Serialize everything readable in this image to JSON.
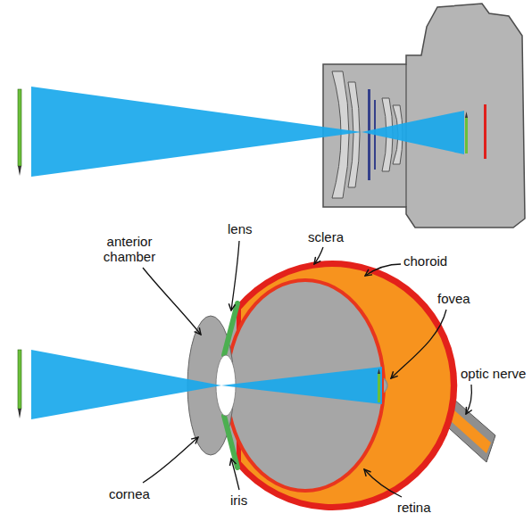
{
  "diagram": {
    "labels": [
      "lens",
      "sclera",
      "anterior chamber",
      "choroid",
      "fovea",
      "optic nerve",
      "cornea",
      "iris",
      "retina"
    ]
  }
}
